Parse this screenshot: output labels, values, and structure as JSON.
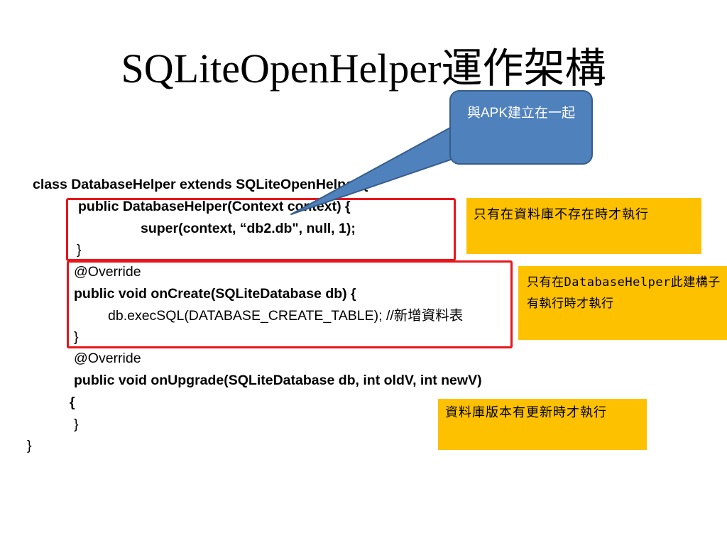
{
  "slide": {
    "title": "SQLiteOpenHelper運作架構"
  },
  "callout": {
    "text": "與APK建立在一起",
    "fill_color": "#4f81bd",
    "border_color": "#385d8a"
  },
  "code": {
    "line1": "class DatabaseHelper extends SQLiteOpenHelper {",
    "line2": "public DatabaseHelper(Context context) {",
    "line3": "super(context, “db2.db\", null, 1);",
    "line4": "}",
    "line5": "@Override",
    "line6": "public void onCreate(SQLiteDatabase db) {",
    "line7": "db.execSQL(DATABASE_CREATE_TABLE);  //新增資料表",
    "line8": "}",
    "line9": "@Override",
    "line10": "public void onUpgrade(SQLiteDatabase db, int oldV, int newV)",
    "line11": "{",
    "line12": "}",
    "line13": "}"
  },
  "notes": {
    "constructor_note": "只有在資料庫不存在時才執行",
    "oncreate_note": "只有在DatabaseHelper此建構子有執行時才執行",
    "onupgrade_note": "資料庫版本有更新時才執行",
    "fill_color": "#fdc100"
  },
  "highlight_color": "#e8151b"
}
